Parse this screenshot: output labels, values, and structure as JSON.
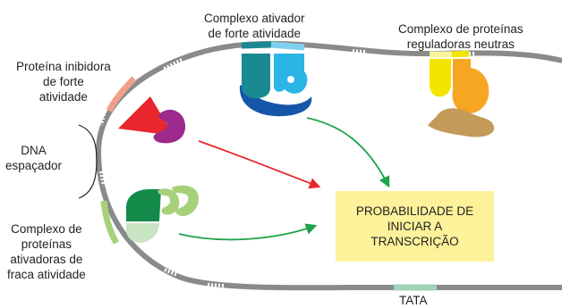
{
  "labels": {
    "strong_activator": [
      "Complexo ativador",
      "de forte atividade"
    ],
    "neutral_regulators": [
      "Complexo de proteínas",
      "reguladoras neutras"
    ],
    "strong_inhibitor": [
      "Proteína inibidora",
      "de forte",
      "atividade"
    ],
    "spacer_dna": [
      "DNA",
      "espaçador"
    ],
    "weak_activators": [
      "Complexo de",
      "proteínas",
      "ativadoras de",
      "fraca atividade"
    ],
    "tata": "TATA"
  },
  "result_box": [
    "PROBABILIDADE DE",
    "INICIAR A",
    "TRANSCRIÇÃO"
  ],
  "colors": {
    "dna": "#8a8a8a",
    "tata_site": "#9fd4b6",
    "inhibitor_site": "#f0a08a",
    "inhibitor": "#e8262b",
    "inhibitor_partner": "#9b2a8b",
    "strong_activator_dark": "#1a8a92",
    "strong_activator_light": "#2ab5e6",
    "strong_activator_base": "#1656a8",
    "neutral_yellow": "#f5e400",
    "neutral_orange": "#f6a623",
    "neutral_brown": "#c49a5a",
    "weak_dark": "#138a4a",
    "weak_light": "#a6d17a",
    "weak_pale": "#c9e4c2",
    "red_arrow": "#e8262b",
    "green_arrow": "#1ea34b",
    "result_box_fill": "#fdf29a"
  }
}
